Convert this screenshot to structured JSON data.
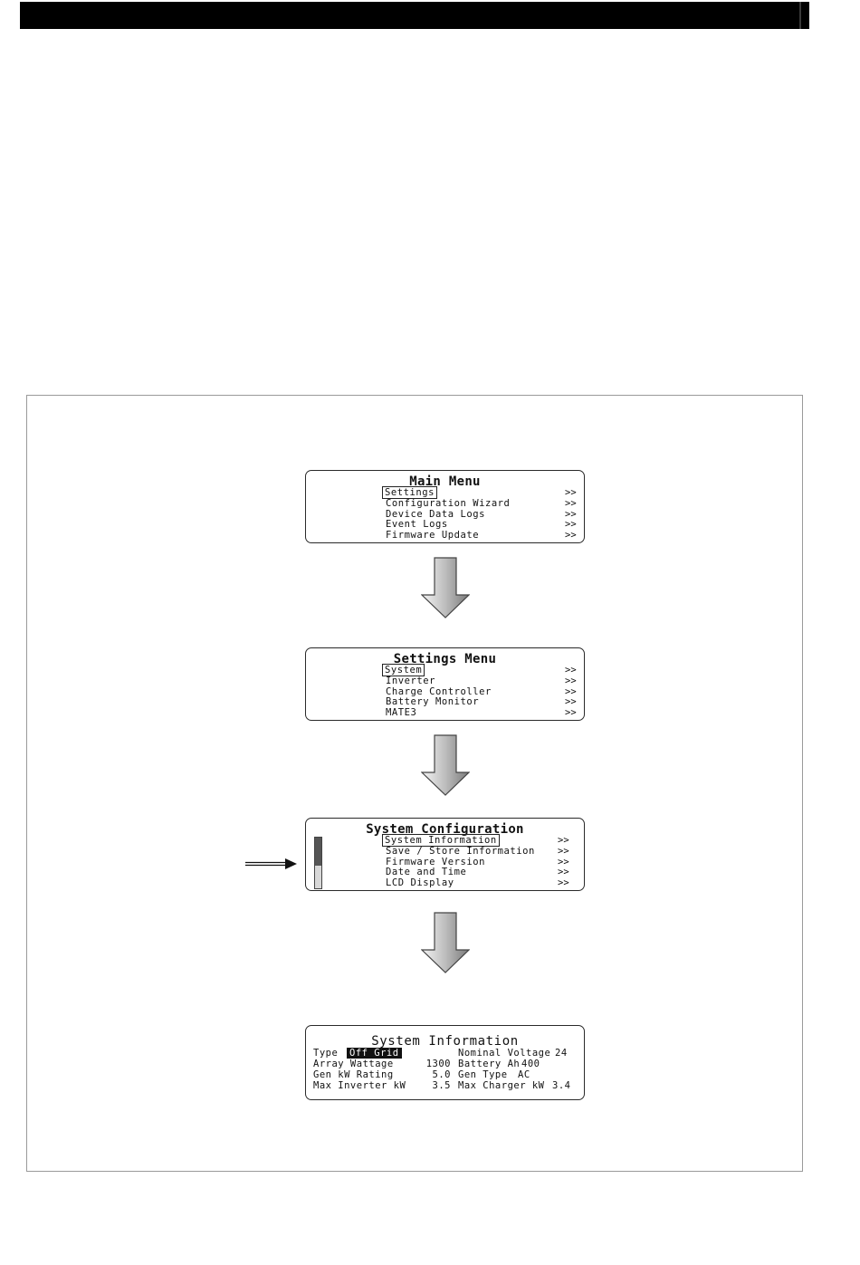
{
  "main_menu": {
    "title": "Main Menu",
    "items": [
      {
        "label": "Settings",
        "arrow": ">>"
      },
      {
        "label": "Configuration Wizard",
        "arrow": ">>"
      },
      {
        "label": "Device Data Logs",
        "arrow": ">>"
      },
      {
        "label": "Event Logs",
        "arrow": ">>"
      },
      {
        "label": "Firmware Update",
        "arrow": ">>"
      }
    ]
  },
  "settings_menu": {
    "title": "Settings Menu",
    "items": [
      {
        "label": "System",
        "arrow": ">>"
      },
      {
        "label": "Inverter",
        "arrow": ">>"
      },
      {
        "label": "Charge Controller",
        "arrow": ">>"
      },
      {
        "label": "Battery Monitor",
        "arrow": ">>"
      },
      {
        "label": "MATE3",
        "arrow": ">>"
      }
    ]
  },
  "system_configuration": {
    "title": "System Configuration",
    "items": [
      {
        "label": "System Information",
        "arrow": ">>"
      },
      {
        "label": "Save / Store Information",
        "arrow": ">>"
      },
      {
        "label": "Firmware Version",
        "arrow": ">>"
      },
      {
        "label": "Date and Time",
        "arrow": ">>"
      },
      {
        "label": "LCD Display",
        "arrow": ">>"
      }
    ]
  },
  "system_information": {
    "title": "System Information",
    "left": [
      {
        "label": "Type",
        "value": "Off Grid"
      },
      {
        "label": "Array Wattage",
        "value": "1300"
      },
      {
        "label": "Gen kW Rating",
        "value": "5.0"
      },
      {
        "label": "Max Inverter kW",
        "value": "3.5"
      }
    ],
    "right": [
      {
        "label": "Nominal Voltage",
        "value": "24"
      },
      {
        "label": "Battery Ah",
        "value": "400"
      },
      {
        "label": "Gen Type",
        "value": "AC"
      },
      {
        "label": "Max Charger kW",
        "value": "3.4"
      }
    ]
  }
}
